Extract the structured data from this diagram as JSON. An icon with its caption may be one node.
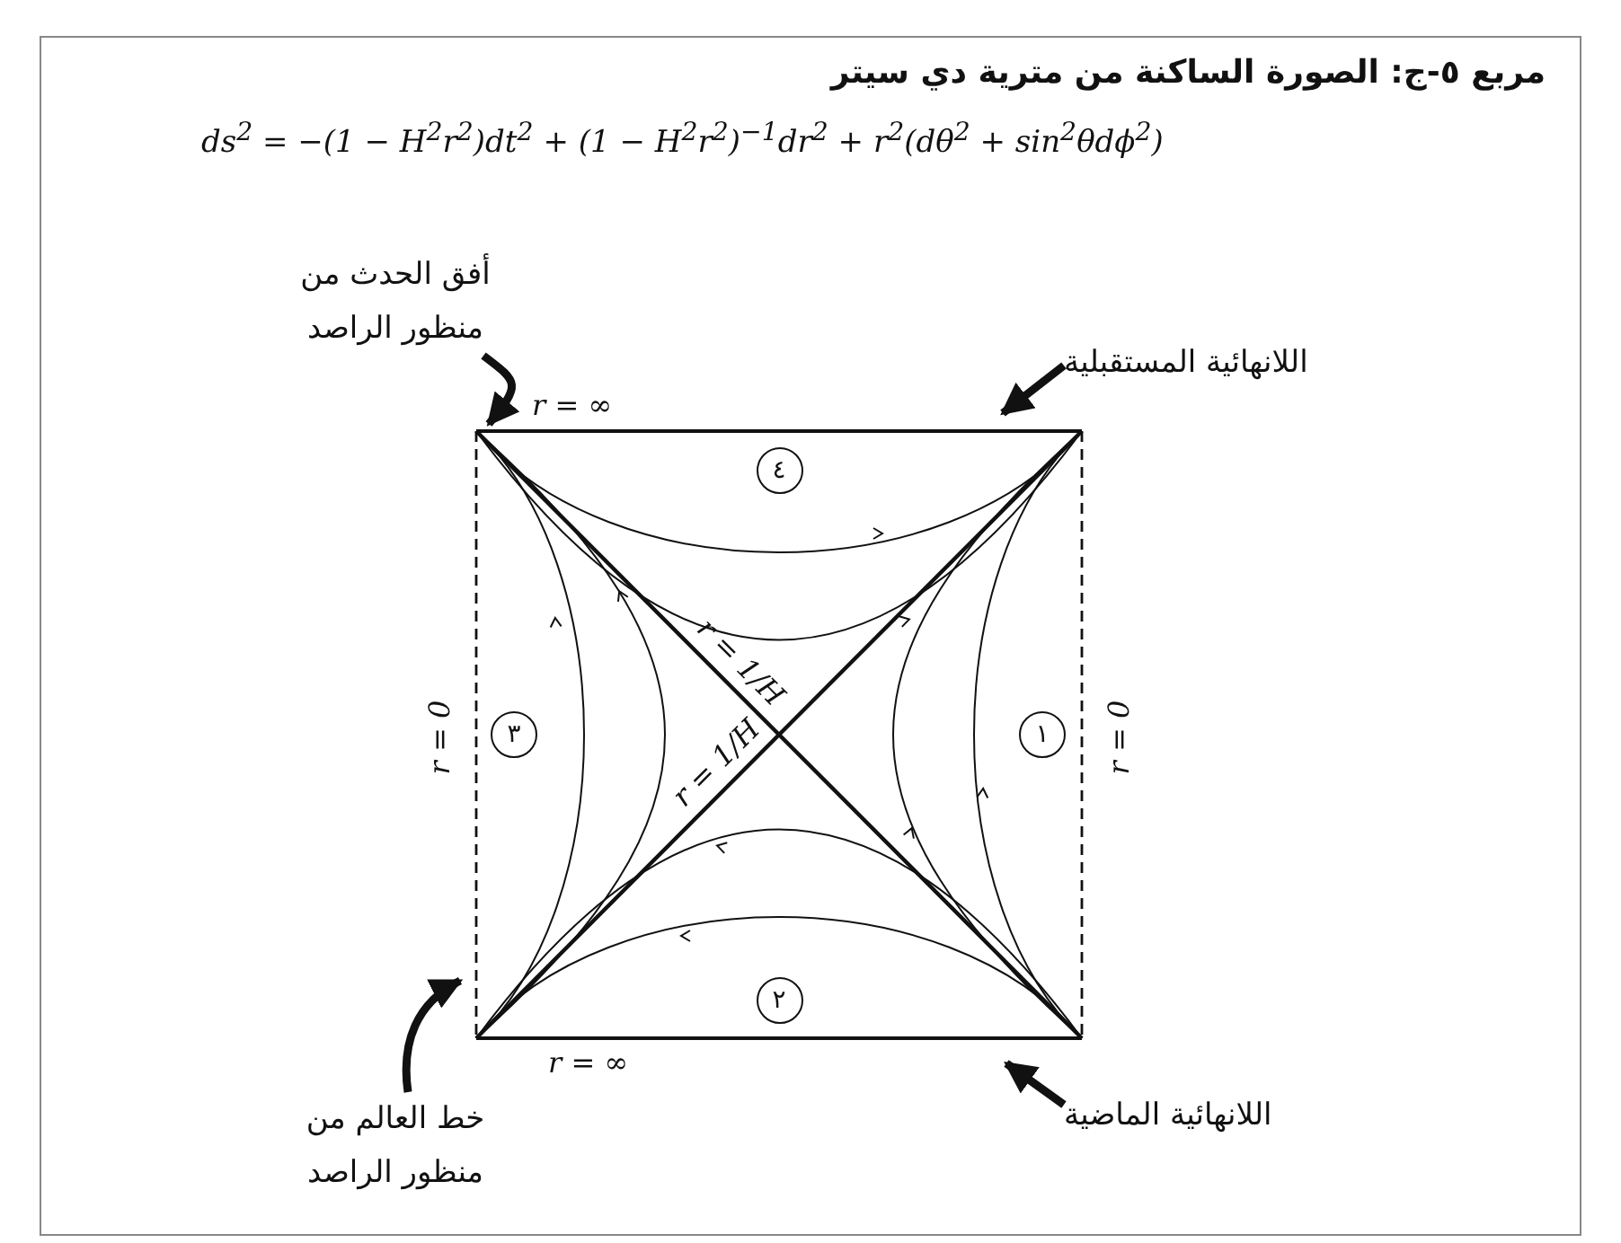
{
  "diagram": {
    "title": "مربع ٥-ج: الصورة الساكنة من مترية دي سيتر",
    "nodes": [
      {
        "text": [
          "أفق الحدث من منظور الراصد"
        ]
      },
      {
        "text": [
          "اللانهائية المستقبلية"
        ]
      },
      {
        "text": [
          "٤"
        ]
      },
      {
        "text": [
          "٣"
        ]
      },
      {
        "text": [
          "١"
        ]
      },
      {
        "text": [
          "٢"
        ]
      },
      {
        "text": [
          "خط العالم من منظور الراصد"
        ]
      },
      {
        "text": [
          "اللانهائية الماضية"
        ]
      }
    ],
    "edges": [
      {
        "from": 0,
        "to": null,
        "arrow": "to"
      },
      {
        "from": 1,
        "to": null,
        "arrow": "to"
      },
      {
        "from": 6,
        "to": null,
        "arrow": "to"
      },
      {
        "from": 7,
        "to": null,
        "arrow": "to"
      }
    ],
    "labels": [
      "ds$^{2}$ = −(1 − H$^{2}$r$^{2}$)dt$^{2}$ + (1 − H$^{2}$r$^{2}$)$^{−1}$dr$^{2}$ + r$^{2}$(dθ$^{2}$ + sin$^{2}$θdϕ$^{2}$)",
      "r = ∞",
      "r = 0",
      "r = 1/H",
      "r = 1/H",
      "r = 0",
      "r = ∞"
    ]
  }
}
